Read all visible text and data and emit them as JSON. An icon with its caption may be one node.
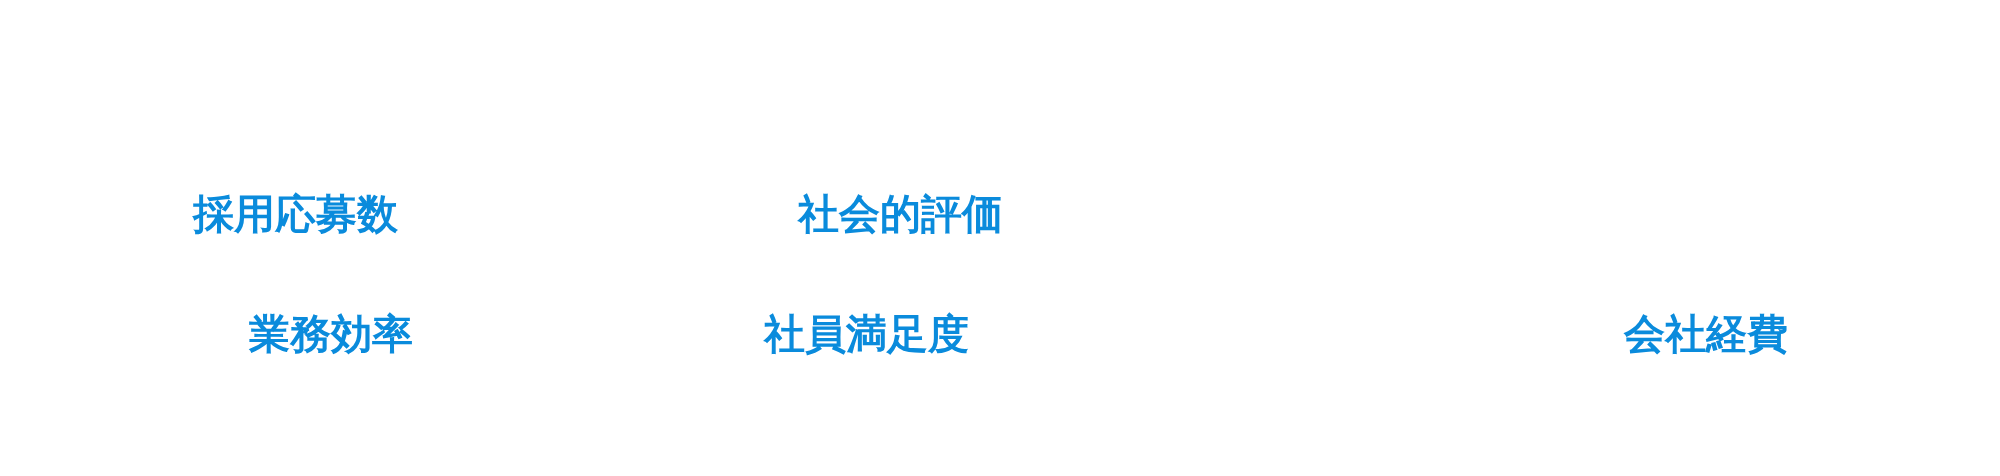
{
  "diagram": {
    "labels": [
      "採用応募数",
      "社会的評価",
      "業務効率",
      "社員満足度",
      "会社経費"
    ]
  }
}
